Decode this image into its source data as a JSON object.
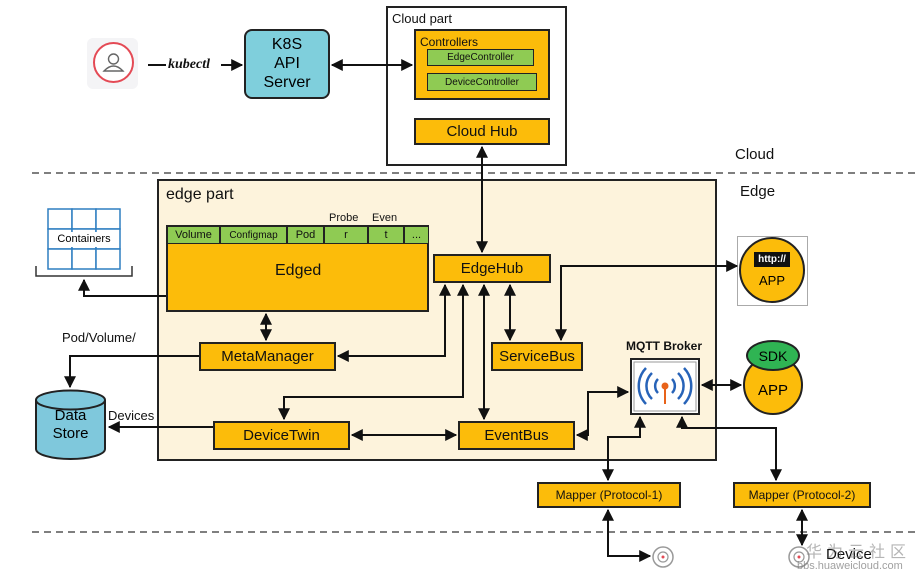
{
  "user": {
    "icon": "user-icon"
  },
  "kubectl_label": "kubectl",
  "k8s": {
    "line1": "K8S",
    "line2": "API",
    "line3": "Server"
  },
  "cloud_part": {
    "title": "Cloud part",
    "controllers": "Controllers",
    "edge_controller": "EdgeController",
    "device_controller": "DeviceController",
    "cloud_hub": "Cloud Hub"
  },
  "zones": {
    "cloud": "Cloud",
    "edge": "Edge",
    "device": "Device"
  },
  "edge_part": {
    "title": "edge part",
    "edged": "Edged",
    "modules": {
      "volume": "Volume",
      "configmap": "Configmap",
      "pod": "Pod",
      "probe_top": "Probe",
      "probe_bottom": "r",
      "event_top": "Even",
      "event_bottom": "t",
      "more": "..."
    },
    "edgehub": "EdgeHub",
    "metamanager": "MetaManager",
    "servicebus": "ServiceBus",
    "devicetwin": "DeviceTwin",
    "eventbus": "EventBus"
  },
  "containers": "Containers",
  "pod_volume_label": "Pod/Volume/",
  "devices_label": "Devices",
  "data_store": {
    "line1": "Data",
    "line2": "Store"
  },
  "http_app": {
    "badge": "http://",
    "label": "APP"
  },
  "sdk_app": {
    "badge": "SDK",
    "label": "APP"
  },
  "mqtt": {
    "title": "MQTT Broker",
    "icon": "broadcast-icon"
  },
  "mapper1": "Mapper (Protocol-1)",
  "mapper2": "Mapper (Protocol-2)",
  "device_icon": "device-icon",
  "watermark": {
    "brand": "华为云社区",
    "url": "bbs.huaweicloud.com"
  },
  "colors": {
    "module": "#fcbc0a",
    "submodule": "#8fcb53",
    "edge_bg": "#fdf3dc",
    "k8s": "#7fcfdc",
    "store": "#7fc8dc",
    "sdk": "#2fb453"
  }
}
